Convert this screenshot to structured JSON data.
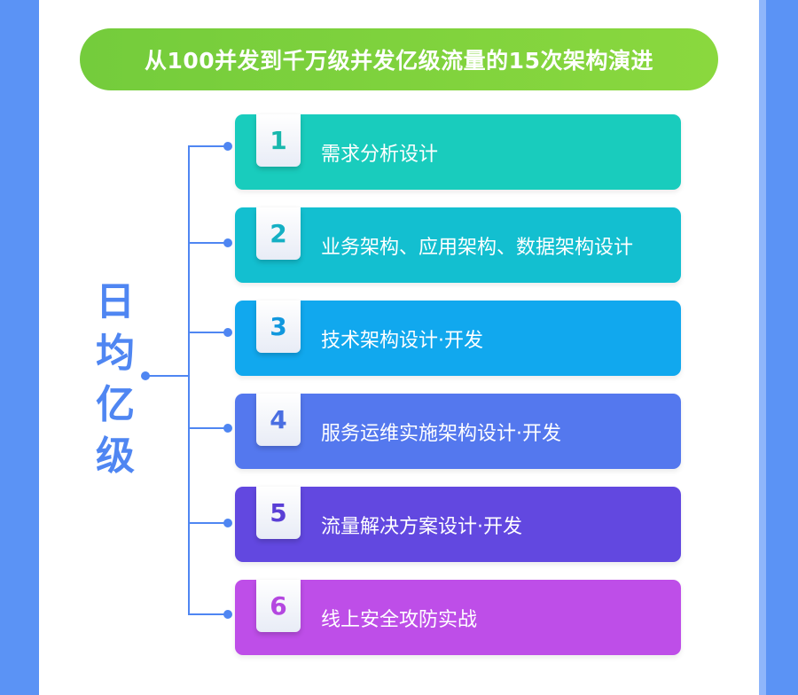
{
  "title": "从100并发到千万级并发亿级流量的15次架构演进",
  "side_label": [
    "日",
    "均",
    "亿",
    "级"
  ],
  "colors": {
    "background": "#5b93f5",
    "title_green": "#7dd23d",
    "connector_blue": "#4f86f2"
  },
  "steps": [
    {
      "number": "1",
      "text": "需求分析设计",
      "color": "#19ccbd",
      "number_color": "#19b8ad"
    },
    {
      "number": "2",
      "text": "业务架构、应用架构、数据架构设计",
      "color": "#13bfd0",
      "number_color": "#14b0c4"
    },
    {
      "number": "3",
      "text": "技术架构设计·开发",
      "color": "#11a8ee",
      "number_color": "#1198de"
    },
    {
      "number": "4",
      "text": "服务运维实施架构设计·开发",
      "color": "#5478ee",
      "number_color": "#4a6ee2"
    },
    {
      "number": "5",
      "text": "流量解决方案设计·开发",
      "color": "#6248e0",
      "number_color": "#5a3fd6"
    },
    {
      "number": "6",
      "text": "线上安全攻防实战",
      "color": "#be4ee8",
      "number_color": "#b447e0"
    }
  ]
}
